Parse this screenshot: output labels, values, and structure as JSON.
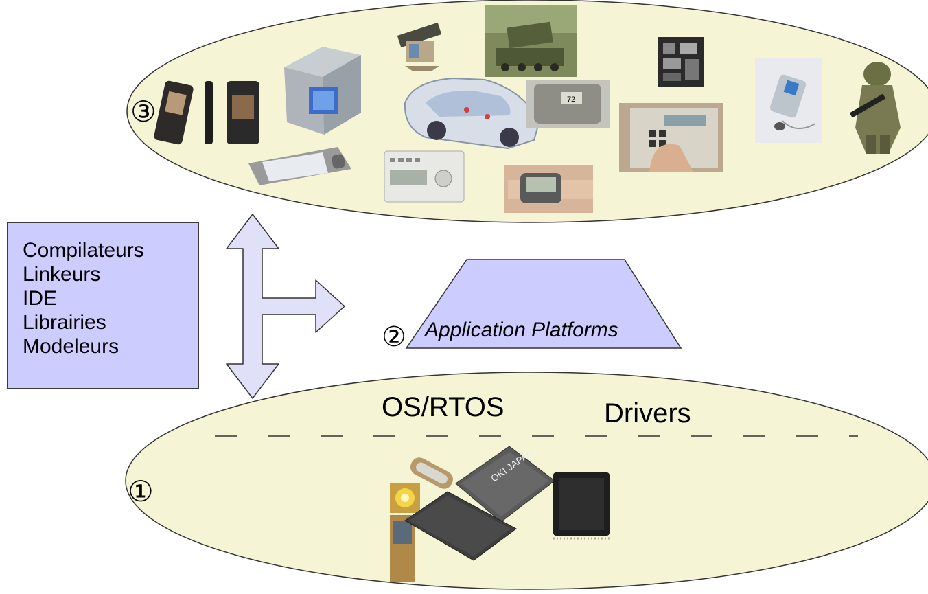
{
  "markers": {
    "hardware": "①",
    "platforms": "②",
    "devices": "③"
  },
  "platforms_label": "Application Platforms",
  "os_label": "OS/RTOS",
  "drivers_label": "Drivers",
  "tools": {
    "items": [
      "Compilateurs",
      "Linkeurs",
      "IDE",
      "Librairies",
      "Modeleurs"
    ]
  },
  "colors": {
    "ellipse_fill": "#f5f5d6",
    "box_fill": "#ccccff",
    "arrow_fill": "#e0e0f8",
    "trapezoid_fill": "#ccccff",
    "outline": "#333333"
  }
}
